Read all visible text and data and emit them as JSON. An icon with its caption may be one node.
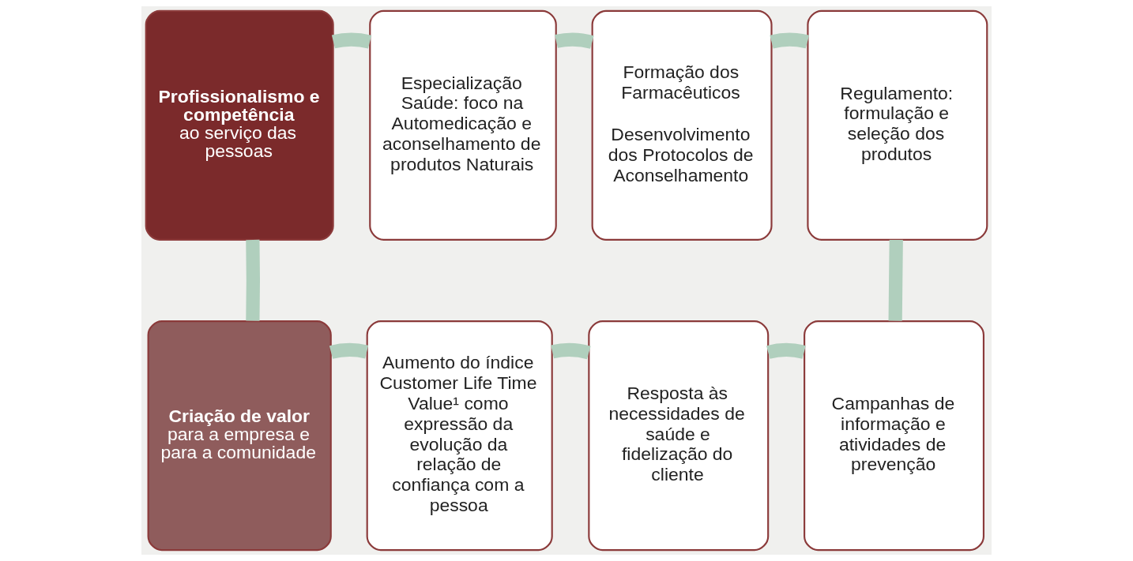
{
  "diagram": {
    "nodes": [
      {
        "text": [
          "Profissionalismo e competência",
          "ao serviço das pessoas"
        ]
      },
      {
        "text": [
          "Especialização Saúde: foco na Automedicação e aconselhamento de produtos Naturais"
        ]
      },
      {
        "text": [
          "Formação dos Farmacêuticos",
          "Desenvolvimento dos Protocolos de Aconselhamento"
        ]
      },
      {
        "text": [
          "Regulamento: formulação e seleção dos produtos"
        ]
      },
      {
        "text": [
          "Criação de valor",
          "para a empresa e para a comunidade"
        ]
      },
      {
        "text": [
          "Aumento do índice Customer Life Time Value¹ como expressão da evolução da relação de confiança com a pessoa"
        ]
      },
      {
        "text": [
          "Resposta às necessidades de saúde e fidelização do cliente"
        ]
      },
      {
        "text": [
          "Campanhas de informação e atividades de prevenção"
        ]
      }
    ],
    "edges": [
      {
        "from": 0,
        "to": 1,
        "arrow": "none"
      },
      {
        "from": 1,
        "to": 2,
        "arrow": "none"
      },
      {
        "from": 2,
        "to": 3,
        "arrow": "none"
      },
      {
        "from": 3,
        "to": 7,
        "arrow": "none"
      },
      {
        "from": 7,
        "to": 6,
        "arrow": "none"
      },
      {
        "from": 6,
        "to": 5,
        "arrow": "none"
      },
      {
        "from": 5,
        "to": 4,
        "arrow": "none"
      },
      {
        "from": 4,
        "to": 0,
        "arrow": "none"
      }
    ]
  }
}
